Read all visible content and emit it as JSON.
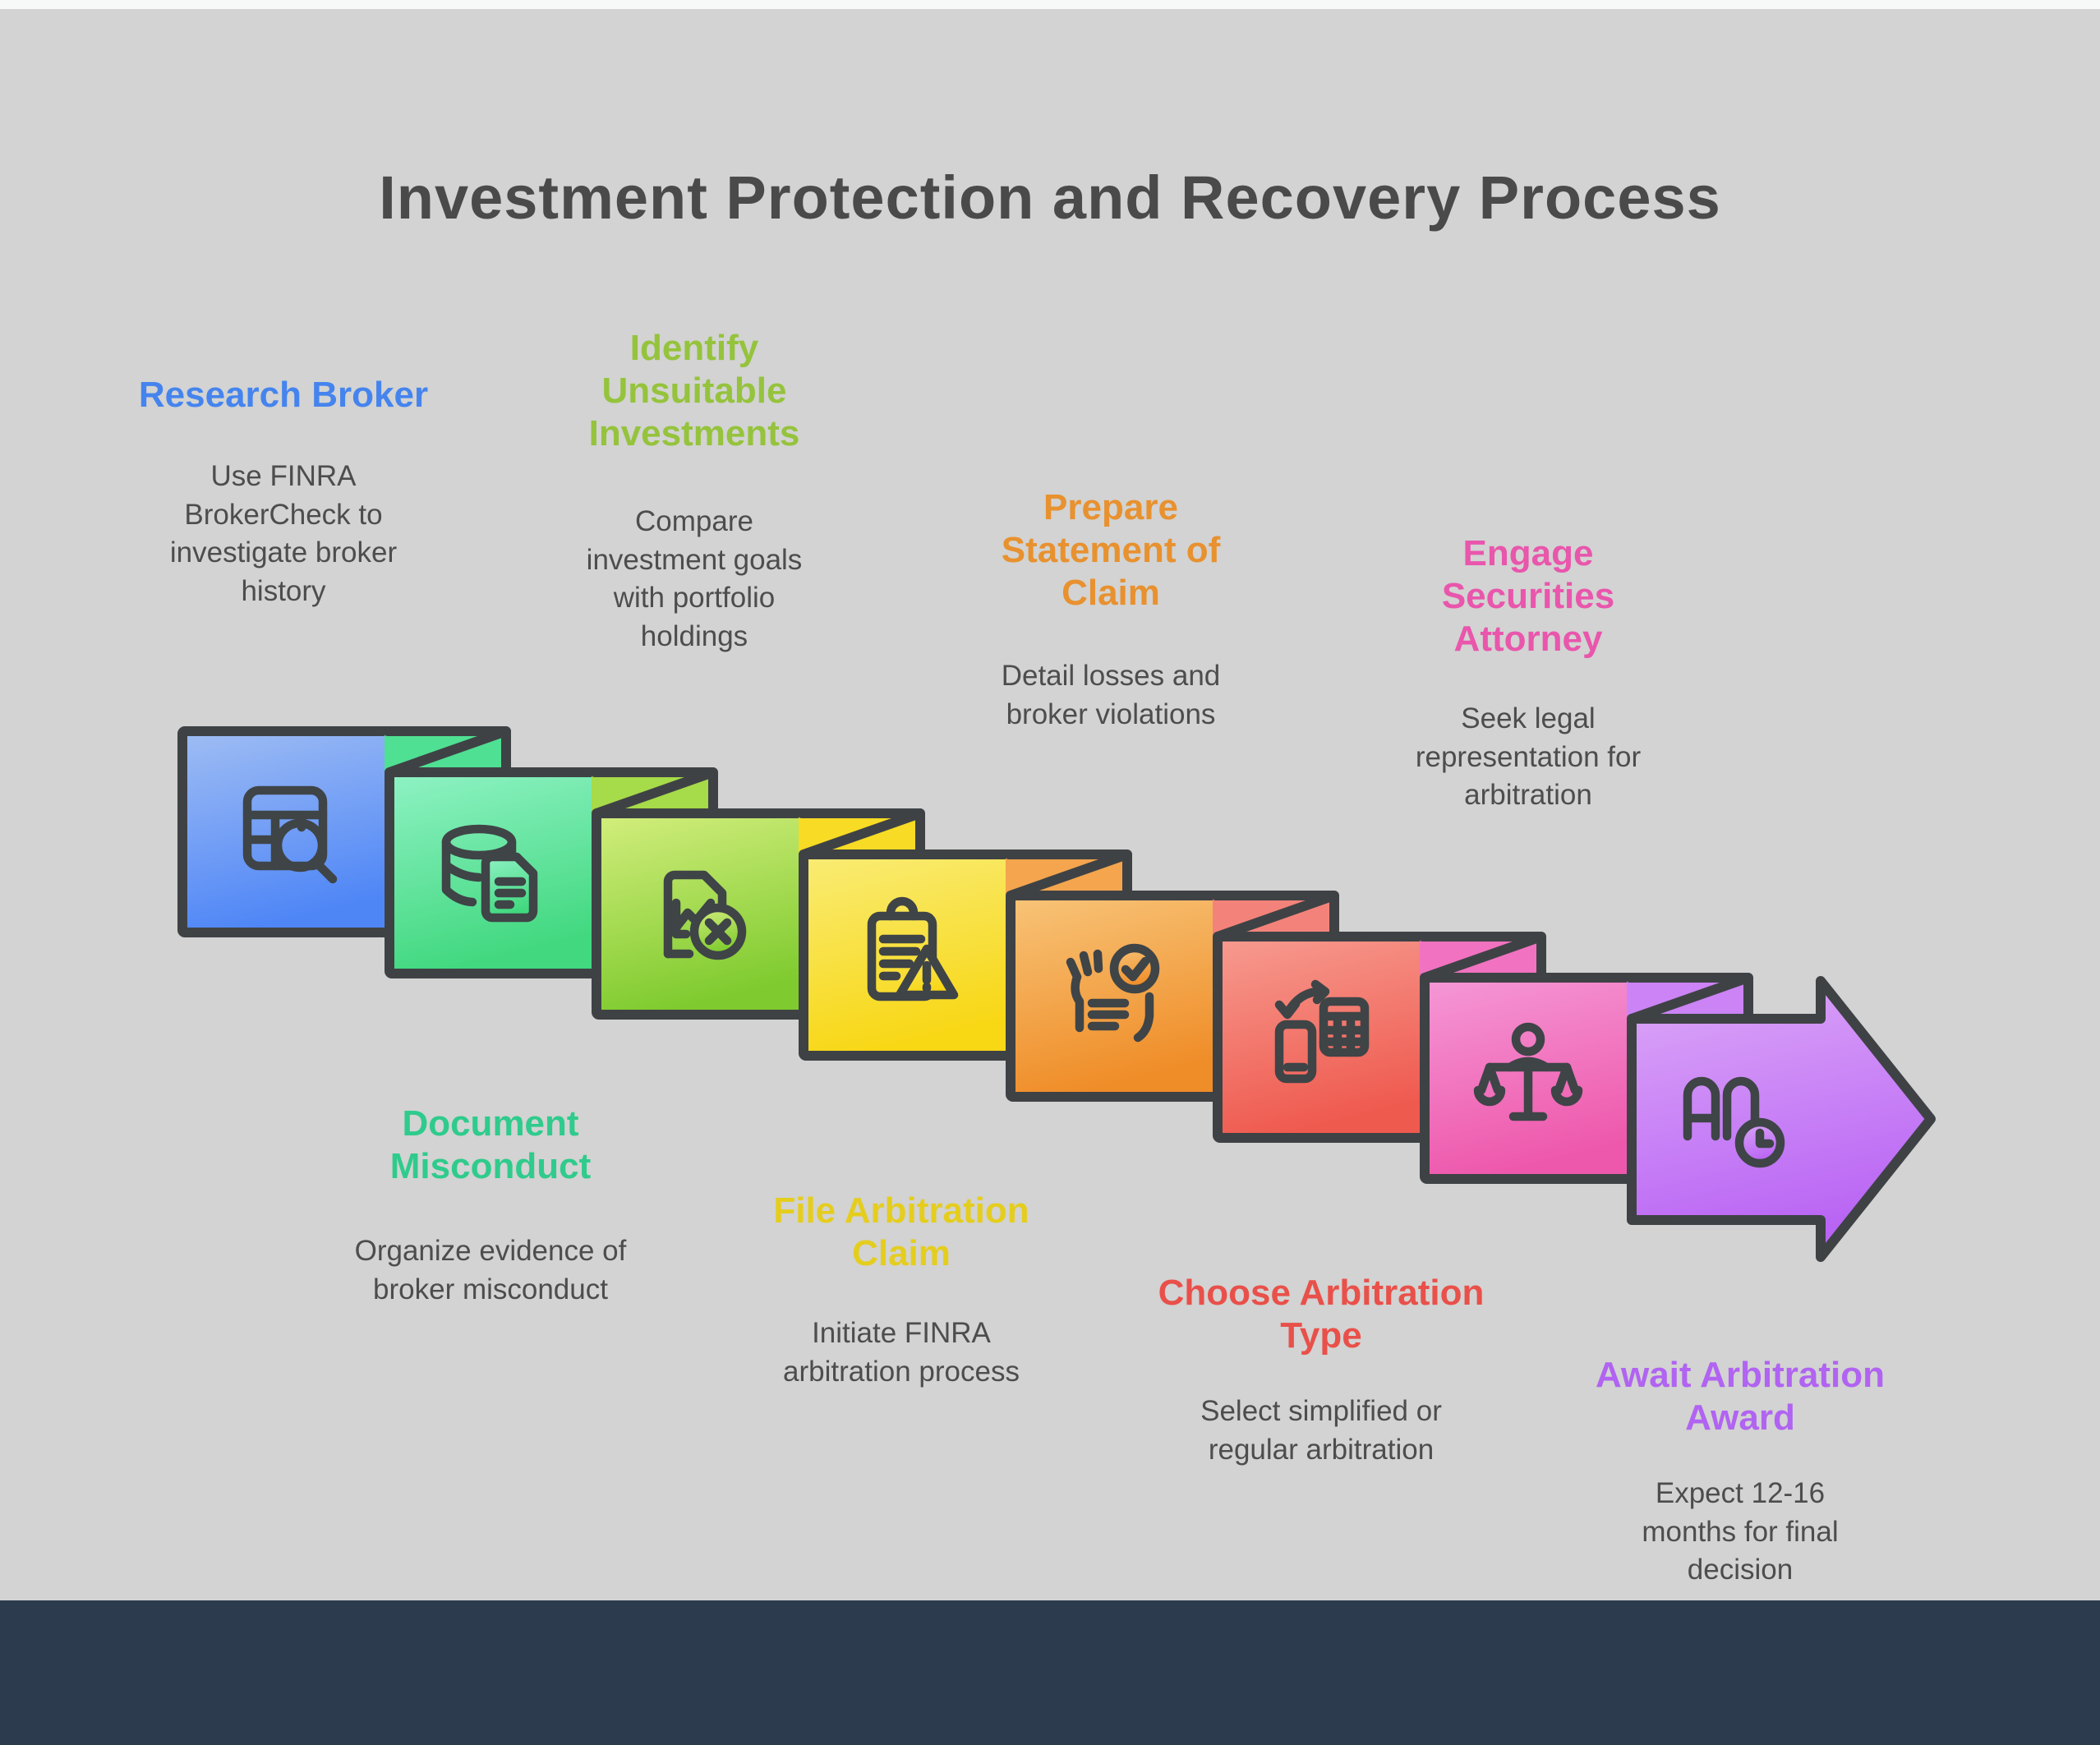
{
  "title": "Investment Protection and Recovery Process",
  "colors": {
    "background": "#D2D3D2",
    "top_strip": "#F7F9F8",
    "footer": "#2C3B4D",
    "title_text": "#4A4A4A",
    "body_text": "#4D4D4D",
    "outline": "#3F4245"
  },
  "steps": [
    {
      "title": "Research Broker",
      "description": "Use FINRA BrokerCheck to investigate broker history",
      "heading_color": "#4584EE",
      "gradient_top": "#9FBDF4",
      "gradient_bottom": "#4F86F6",
      "fold_color": "#4FE093",
      "icon": "table-search-icon",
      "label_position": "above"
    },
    {
      "title": "Document Misconduct",
      "description": "Organize evidence of broker misconduct",
      "heading_color": "#2FCB8C",
      "gradient_top": "#8FF2C4",
      "gradient_bottom": "#41D87F",
      "fold_color": "#A6DB49",
      "icon": "database-document-icon",
      "label_position": "below"
    },
    {
      "title": "Identify Unsuitable Investments",
      "description": "Compare investment goals with portfolio holdings",
      "heading_color": "#95C33C",
      "gradient_top": "#D3EE7D",
      "gradient_bottom": "#7FCB2F",
      "fold_color": "#F7DB25",
      "icon": "declining-chart-rejected-icon",
      "label_position": "above"
    },
    {
      "title": "File Arbitration Claim",
      "description": "Initiate FINRA arbitration process",
      "heading_color": "#E5CD1E",
      "gradient_top": "#F9EC75",
      "gradient_bottom": "#F8D715",
      "fold_color": "#F4A54E",
      "icon": "clipboard-warning-icon",
      "label_position": "below"
    },
    {
      "title": "Prepare Statement of Claim",
      "description": "Detail losses and broker violations",
      "heading_color": "#E8912F",
      "gradient_top": "#F8C478",
      "gradient_bottom": "#EF8D28",
      "fold_color": "#F3837A",
      "icon": "hands-document-check-icon",
      "label_position": "above"
    },
    {
      "title": "Choose Arbitration Type",
      "description": "Select simplified or regular arbitration",
      "heading_color": "#E9504A",
      "gradient_top": "#F79B90",
      "gradient_bottom": "#EF5A4F",
      "fold_color": "#F172C0",
      "icon": "phone-transfer-calculator-icon",
      "label_position": "below"
    },
    {
      "title": "Engage Securities Attorney",
      "description": "Seek legal representation for arbitration",
      "heading_color": "#E956AC",
      "gradient_top": "#F598D6",
      "gradient_bottom": "#EE58AC",
      "fold_color": "#CC83F6",
      "icon": "justice-scales-person-icon",
      "label_position": "above"
    },
    {
      "title": "Await Arbitration Award",
      "description": "Expect 12-16 months for final decision",
      "heading_color": "#B163F1",
      "gradient_top": "#DCA8F8",
      "gradient_bottom": "#B964F4",
      "fold_color": null,
      "icon": "award-deadline-clock-icon",
      "label_position": "below"
    }
  ]
}
